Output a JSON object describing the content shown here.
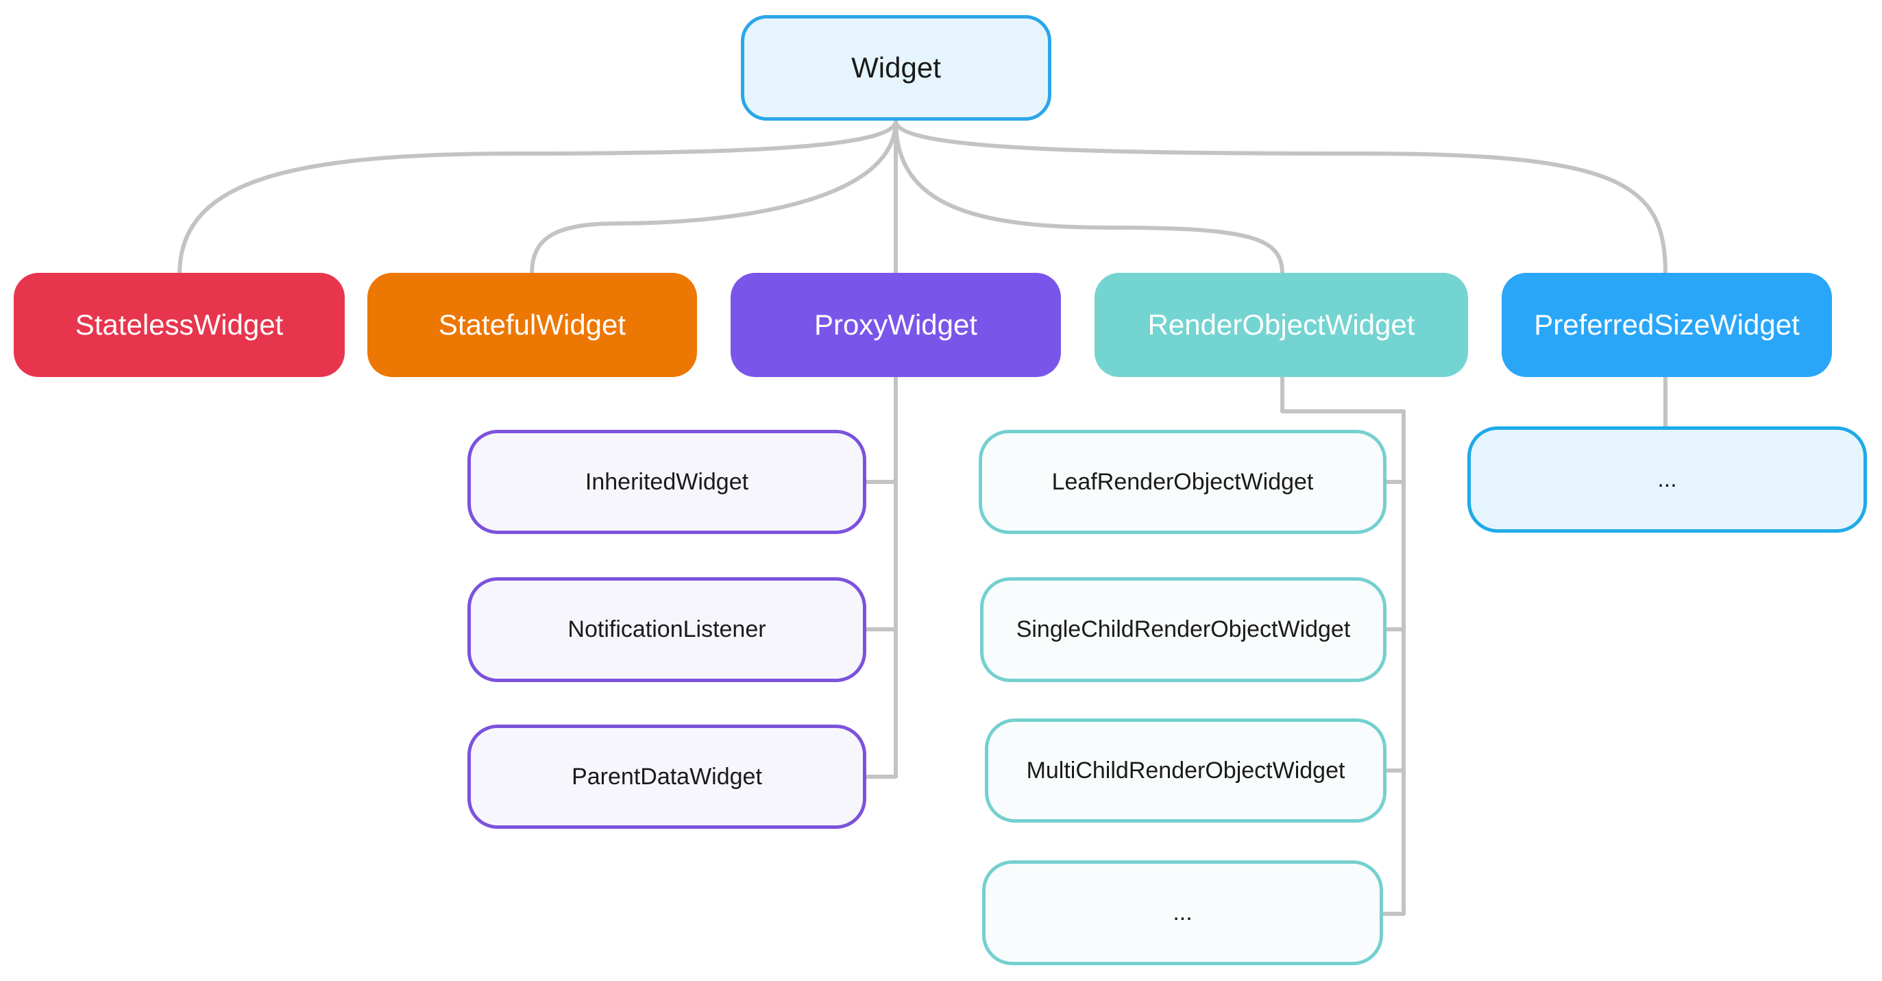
{
  "root": {
    "label": "Widget"
  },
  "categories": [
    {
      "label": "StatelessWidget",
      "color": "#e8354e"
    },
    {
      "label": "StatefulWidget",
      "color": "#ed7703"
    },
    {
      "label": "ProxyWidget",
      "color": "#7a55ea"
    },
    {
      "label": "RenderObjectWidget",
      "color": "#73d4d1"
    },
    {
      "label": "PreferredSizeWidget",
      "color": "#2aa6f8"
    }
  ],
  "proxy_children": [
    {
      "label": "InheritedWidget"
    },
    {
      "label": "NotificationListener"
    },
    {
      "label": "ParentDataWidget"
    }
  ],
  "render_children": [
    {
      "label": "LeafRenderObjectWidget"
    },
    {
      "label": "SingleChildRenderObjectWidget"
    },
    {
      "label": "MultiChildRenderObjectWidget"
    },
    {
      "label": "..."
    }
  ],
  "preferred_children": [
    {
      "label": "..."
    }
  ],
  "colors": {
    "connector": "#c3c3c3",
    "proxy_child_border": "#7c52dc",
    "proxy_child_fill": "#f7f6fd",
    "render_child_border": "#74d0cf",
    "render_child_fill": "#f9fcfc",
    "preferred_child_border": "#1eaae8",
    "preferred_child_fill": "#e6f5fd"
  }
}
